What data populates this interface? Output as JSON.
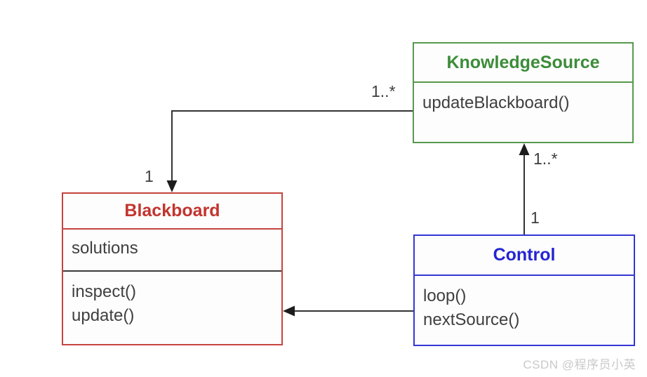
{
  "classes": {
    "knowledge_source": {
      "name": "KnowledgeSource",
      "methods": [
        "updateBlackboard()"
      ],
      "accent_color": "#3c8c39"
    },
    "blackboard": {
      "name": "Blackboard",
      "attributes": [
        "solutions"
      ],
      "methods": [
        "inspect()",
        "update()"
      ],
      "accent_color": "#c2352e"
    },
    "control": {
      "name": "Control",
      "methods": [
        "loop()",
        "nextSource()"
      ],
      "accent_color": "#2525d2"
    }
  },
  "associations": [
    {
      "from": "KnowledgeSource",
      "to": "Blackboard",
      "from_multiplicity": "1..*",
      "to_multiplicity": "1"
    },
    {
      "from": "Control",
      "to": "KnowledgeSource",
      "from_multiplicity": "1",
      "to_multiplicity": "1..*"
    },
    {
      "from": "Control",
      "to": "Blackboard",
      "from_multiplicity": "",
      "to_multiplicity": ""
    }
  ],
  "line_color": "#333333",
  "watermark": "CSDN @程序员小英"
}
